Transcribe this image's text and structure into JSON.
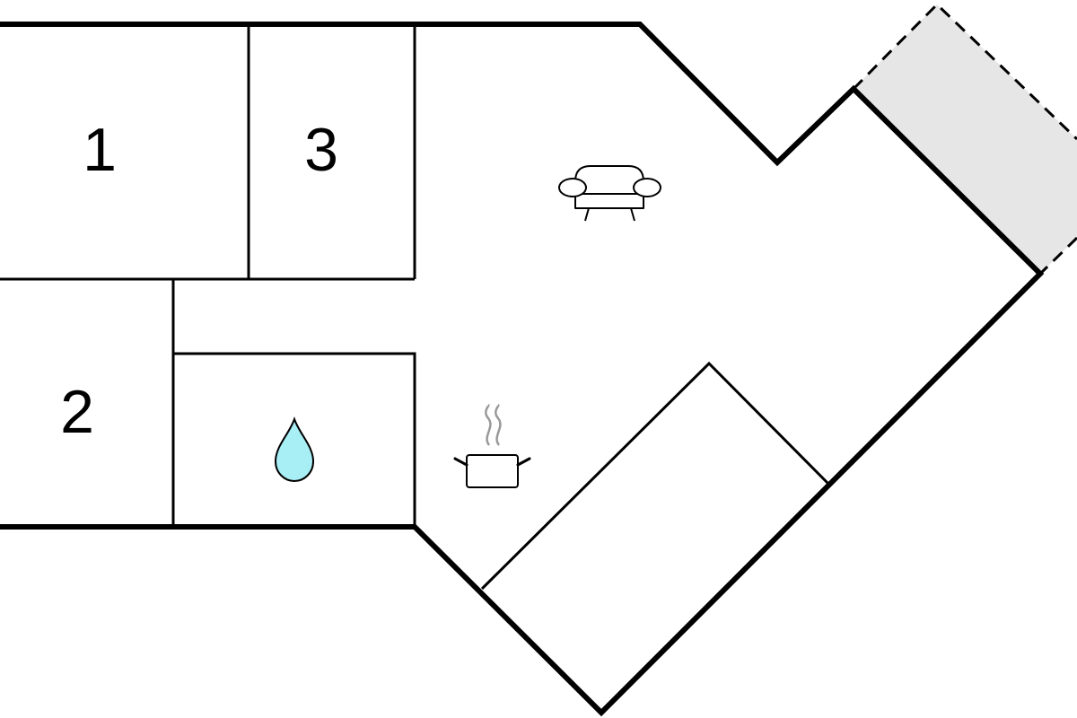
{
  "rooms": [
    {
      "id": "bedroom-1",
      "label": "1"
    },
    {
      "id": "bedroom-2",
      "label": "2"
    },
    {
      "id": "bedroom-3",
      "label": "3"
    }
  ],
  "icons": [
    {
      "name": "sofa-icon",
      "meaning": "living room"
    },
    {
      "name": "water-drop-icon",
      "meaning": "bathroom"
    },
    {
      "name": "cooking-pot-icon",
      "meaning": "kitchen"
    }
  ],
  "colors": {
    "wall": "#000000",
    "terrace_fill": "#e6e6e6",
    "water_drop": "#a8eef5",
    "steam": "#999999"
  }
}
